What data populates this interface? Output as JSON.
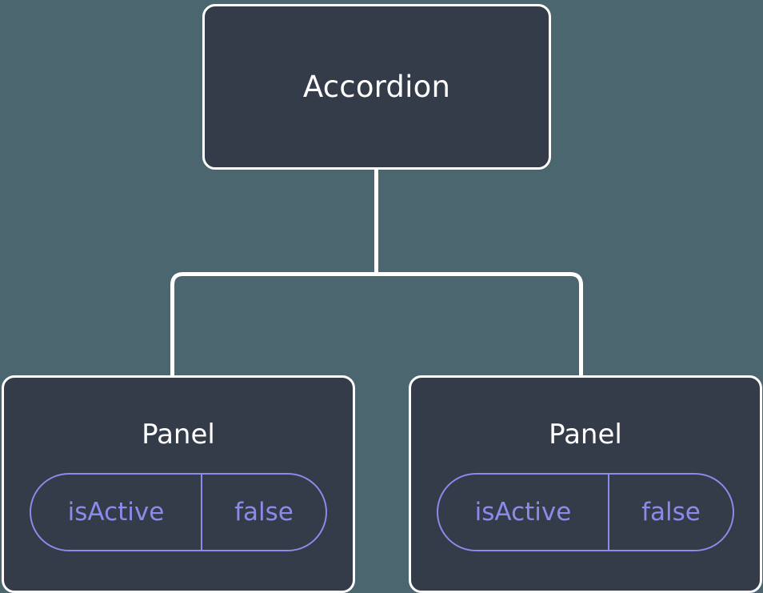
{
  "diagram": {
    "type": "component-tree",
    "background_color": "#4c6670",
    "node_fill_color": "#343b49",
    "node_border_color": "#ffffff",
    "connector_color": "#ffffff",
    "title_text_color": "#ffffff",
    "prop_accent_color": "#8a8bea",
    "root": {
      "label": "Accordion"
    },
    "children": [
      {
        "label": "Panel",
        "props": [
          {
            "key": "isActive",
            "value": "false"
          }
        ]
      },
      {
        "label": "Panel",
        "props": [
          {
            "key": "isActive",
            "value": "false"
          }
        ]
      }
    ]
  }
}
